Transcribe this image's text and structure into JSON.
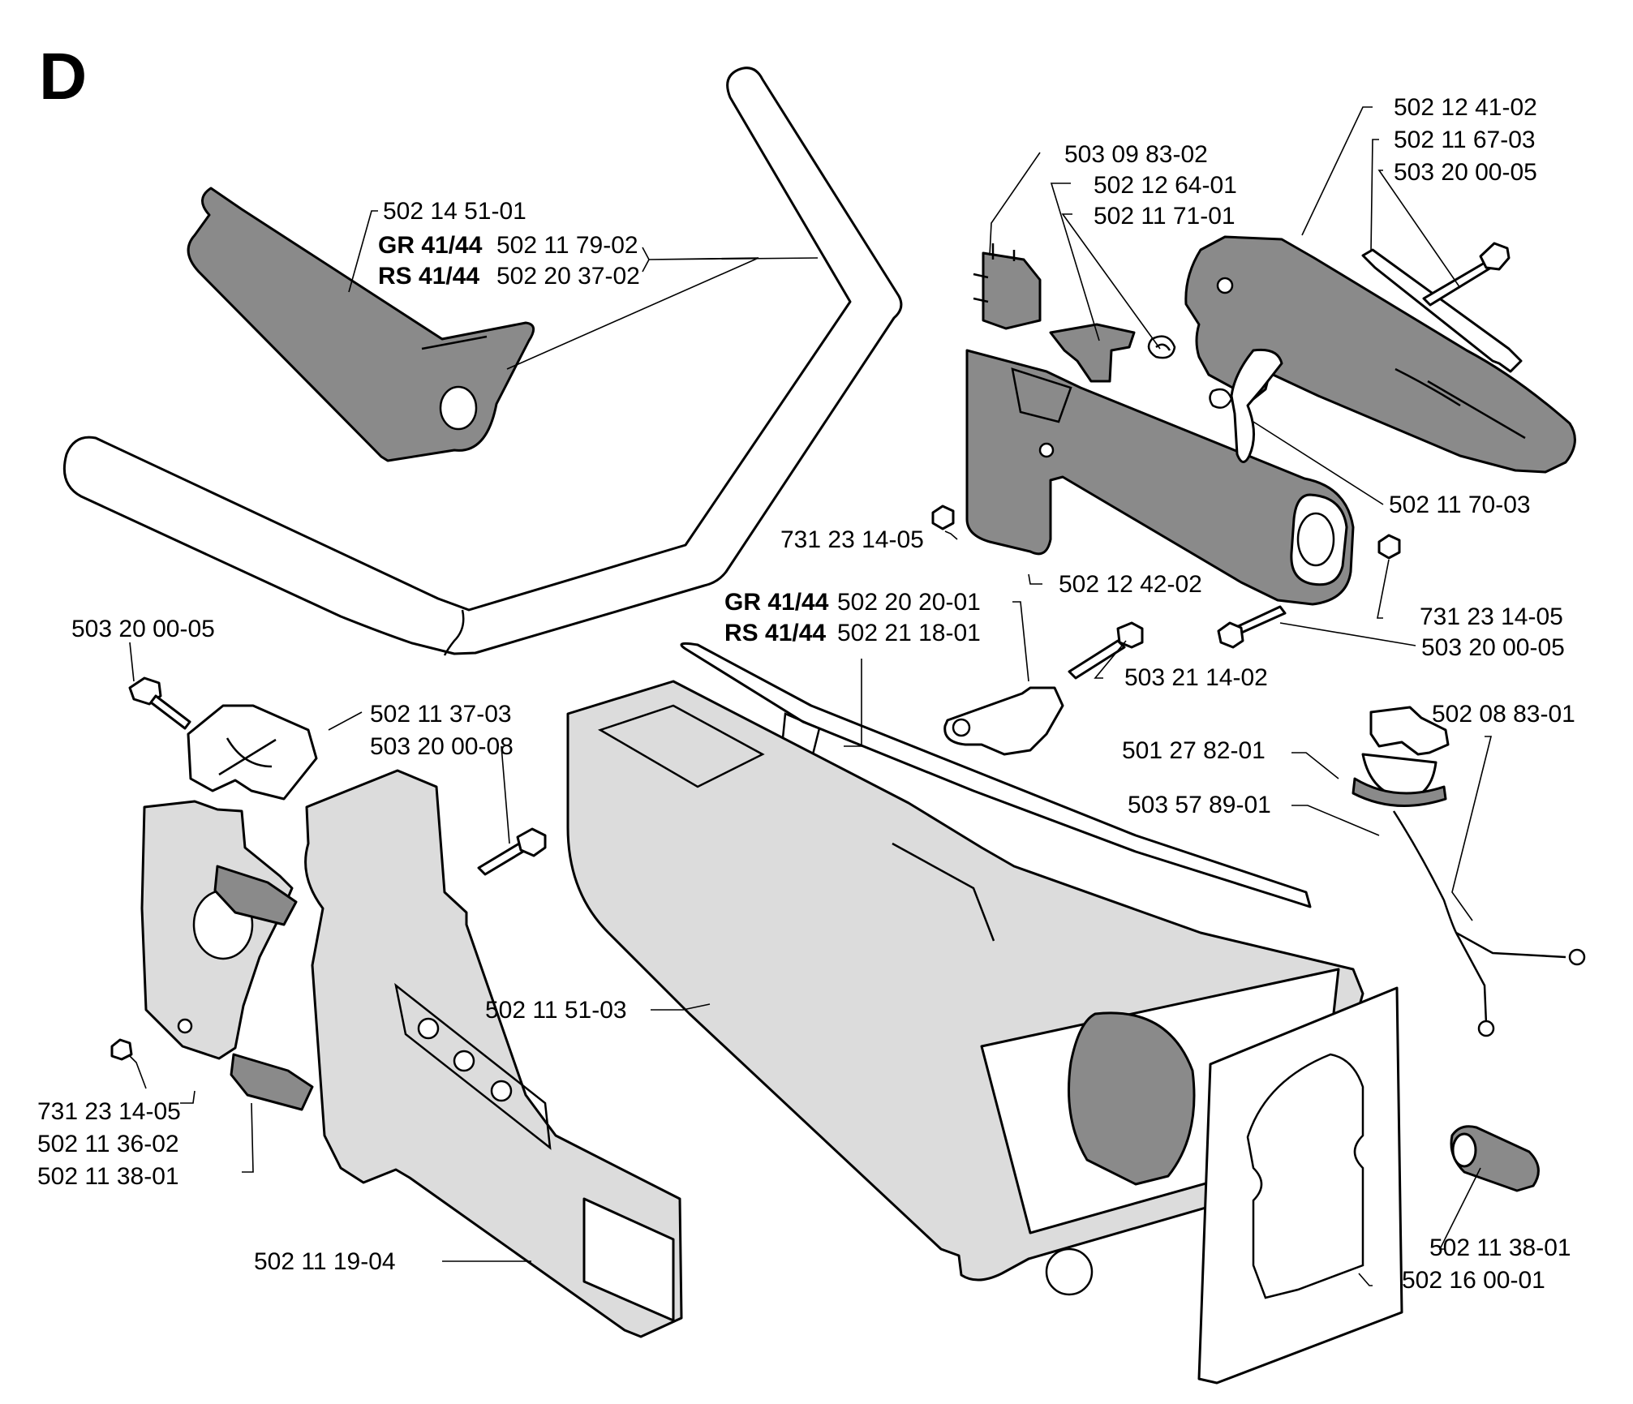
{
  "section_letter": "D",
  "models": {
    "gr": "GR 41/44",
    "rs": "RS 41/44"
  },
  "labels": {
    "handle_grip": "502 14 51-01",
    "handlebar_gr": "502 11 79-02",
    "handlebar_rs": "502 20 37-02",
    "screw_top_left": "503 20 00-05",
    "clamp_upper": "502 11 37-03",
    "screw_clamp": "503 20 00-08",
    "nut_left": "731 23 14-05",
    "sleeve_left": "502 11 36-02",
    "bushing_left": "502 11 38-01",
    "tube_bracket": "502 11 19-04",
    "fuel_tank": "502 11 51-03",
    "switch": "503 09 83-02",
    "throttle_lever": "502 12 64-01",
    "spring": "502 11 71-01",
    "handle_cover": "502 12 41-02",
    "cable_guide": "502 11 67-03",
    "screw_cover": "503 20 00-05",
    "throttle_trigger": "502 11 70-03",
    "nut_mid": "731 23 14-05",
    "rear_handle": "502 12 42-02",
    "nut_right": "731 23 14-05",
    "screw_right": "503 20 00-05",
    "throttle_cable_gr": "502 20 20-01",
    "throttle_cable_rs": "502 21 18-01",
    "bracket_screw": "503 21 14-02",
    "fuel_cap": "502 08 83-01",
    "fuel_filter": "501 27 82-01",
    "fuel_hose": "503 57 89-01",
    "bushing_right": "502 11 38-01",
    "gasket": "502 16 00-01"
  }
}
